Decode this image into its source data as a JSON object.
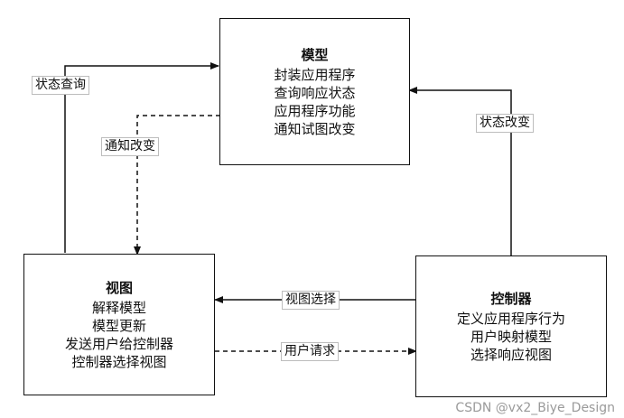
{
  "model": {
    "title": "模型",
    "lines": [
      "封装应用程序",
      "查询响应状态",
      "应用程序功能",
      "通知试图改变"
    ]
  },
  "view": {
    "title": "视图",
    "lines": [
      "解释模型",
      "模型更新",
      "发送用户给控制器",
      "控制器选择视图"
    ]
  },
  "controller": {
    "title": "控制器",
    "lines": [
      "定义应用程序行为",
      "用户映射模型",
      "选择响应视图"
    ]
  },
  "edges": {
    "state_query": "状态查询",
    "notify_change": "通知改变",
    "state_change": "状态改变",
    "view_select": "视图选择",
    "user_request": "用户请求"
  },
  "watermark": "CSDN @vx2_Biye_Design"
}
